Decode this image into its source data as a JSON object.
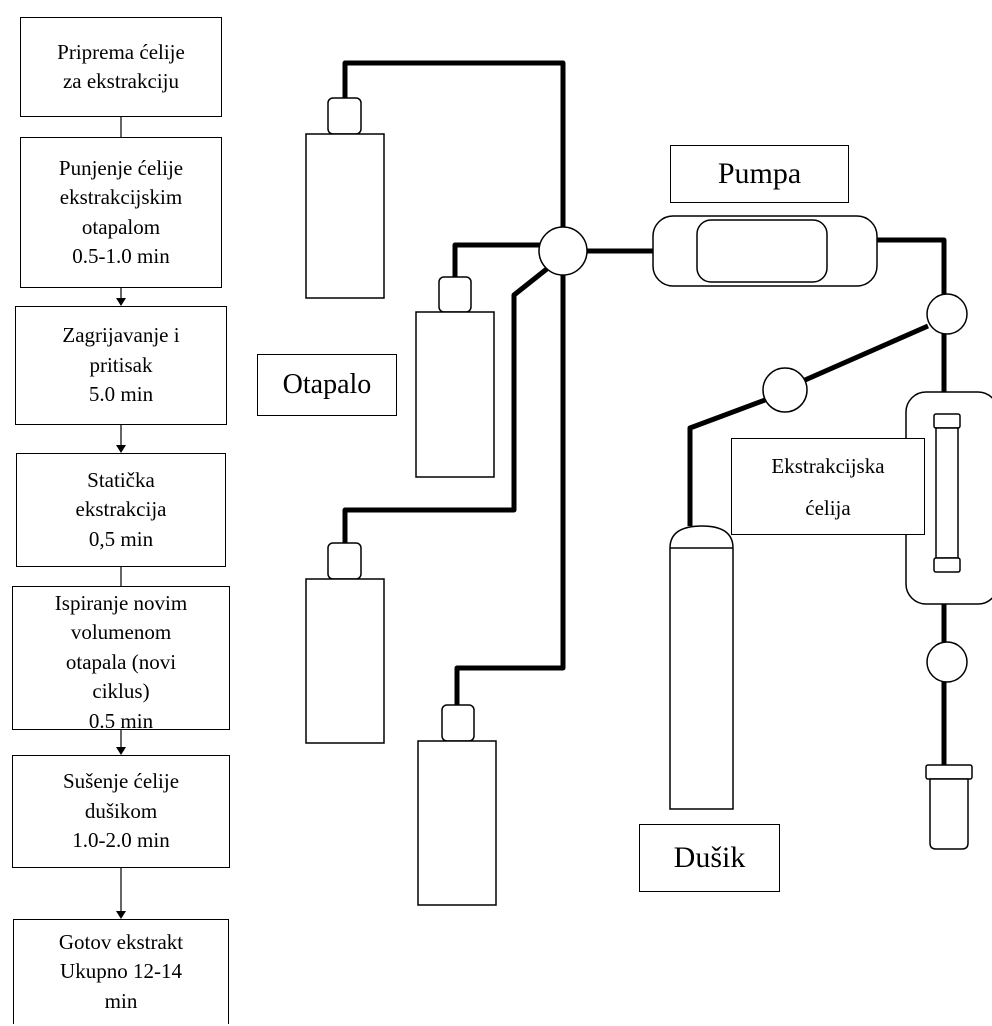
{
  "flow_steps": [
    {
      "text": "Priprema ćelije\nza ekstrakciju"
    },
    {
      "text": "Punjenje ćelije\nekstrakcijskim\notapalom\n0.5-1.0 min"
    },
    {
      "text": "Zagrijavanje i\npritisak\n5.0 min"
    },
    {
      "text": "Statička\nekstrakcija\n0,5 min"
    },
    {
      "text": "Ispiranje novim\nvolumenom\notapala (novi\nciklus)\n0.5 min"
    },
    {
      "text": "Sušenje ćelije\ndušikom\n1.0-2.0 min"
    },
    {
      "text": "Gotov ekstrakt\nUkupno 12-14\nmin"
    }
  ],
  "labels": {
    "pump": "Pumpa",
    "solvent": "Otapalo",
    "cell": "Ekstrakcijska\nćelija",
    "nitrogen": "Dušik"
  }
}
